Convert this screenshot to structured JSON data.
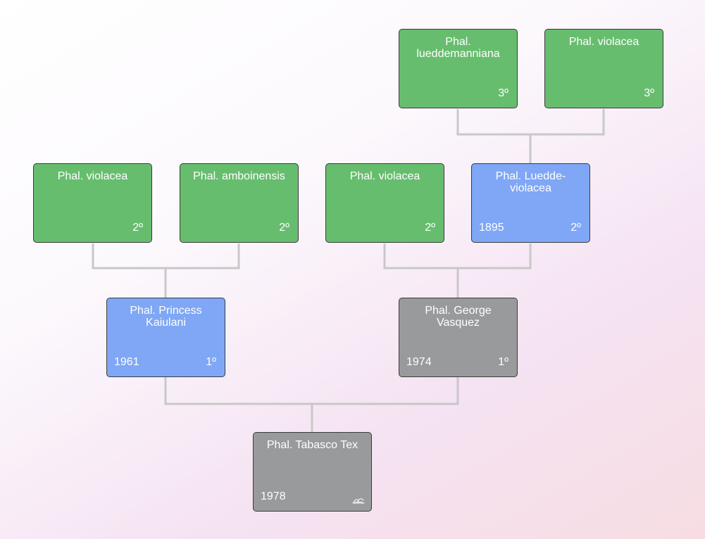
{
  "tree": {
    "nodes": {
      "gg1": {
        "name": "Phal. lueddemanniana",
        "year": "",
        "generation": "3º",
        "color": "green"
      },
      "gg2": {
        "name": "Phal. violacea",
        "year": "",
        "generation": "3º",
        "color": "green"
      },
      "g1": {
        "name": "Phal. violacea",
        "year": "",
        "generation": "2º",
        "color": "green"
      },
      "g2": {
        "name": "Phal. amboinensis",
        "year": "",
        "generation": "2º",
        "color": "green"
      },
      "g3": {
        "name": "Phal. violacea",
        "year": "",
        "generation": "2º",
        "color": "green"
      },
      "g4": {
        "name": "Phal. Luedde-violacea",
        "year": "1895",
        "generation": "2º",
        "color": "blue"
      },
      "p1": {
        "name": "Phal. Princess Kaiulani",
        "year": "1961",
        "generation": "1º",
        "color": "blue"
      },
      "p2": {
        "name": "Phal. George Vasquez",
        "year": "1974",
        "generation": "1º",
        "color": "gray"
      },
      "root": {
        "name": "Phal. Tabasco Tex",
        "year": "1978",
        "icon": "orchid-flower-icon",
        "color": "gray"
      }
    }
  },
  "colors": {
    "species": "#67bd6e",
    "registered_hybrid": "#7fa7f5",
    "hybrid": "#999a9b",
    "connector": "#c8c8c8"
  }
}
